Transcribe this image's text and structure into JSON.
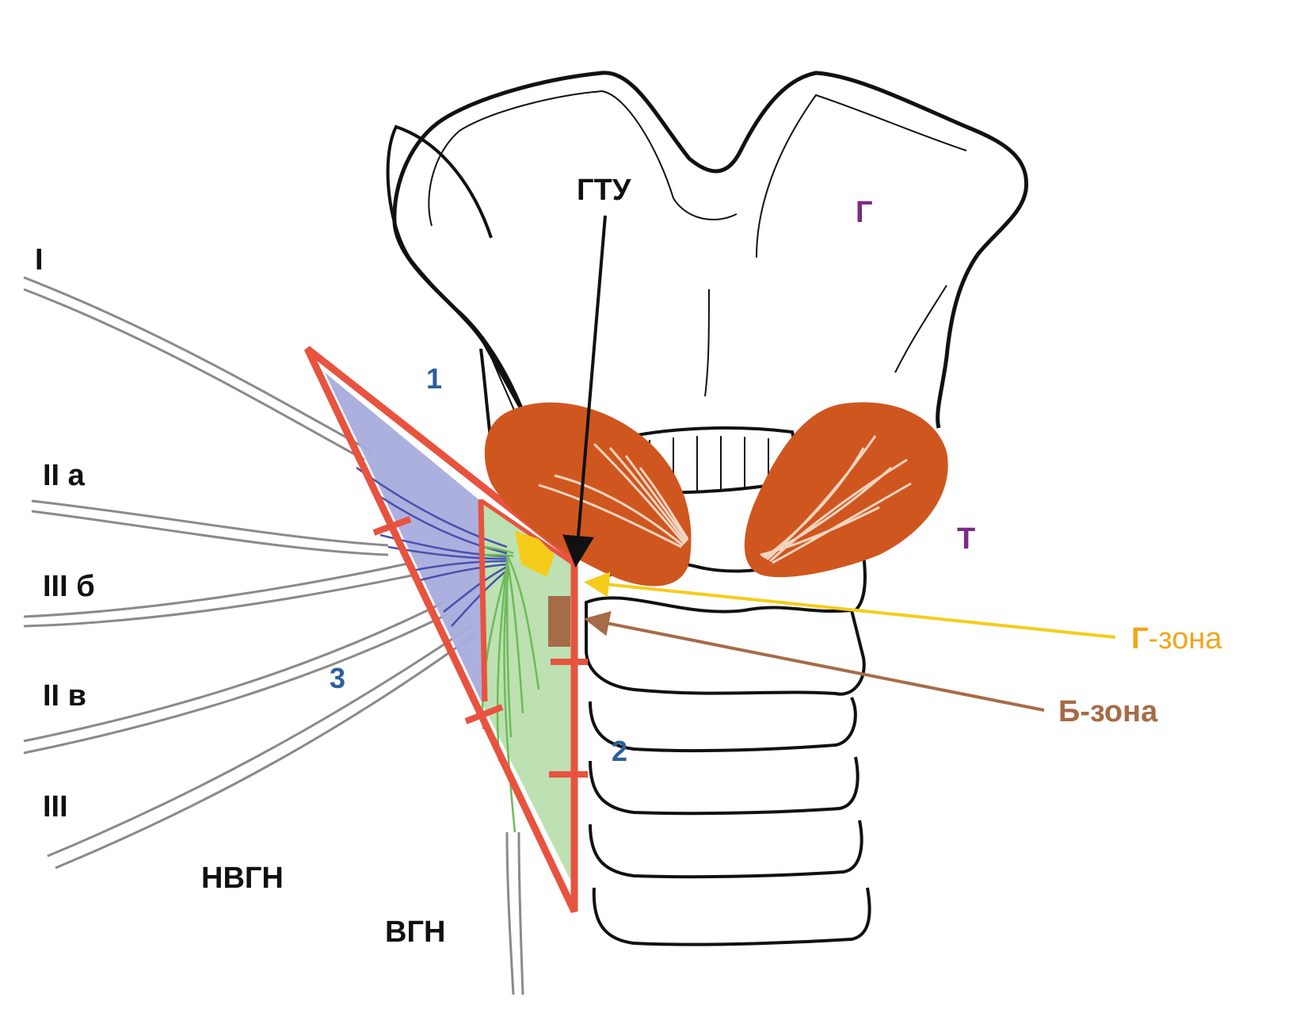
{
  "labels": {
    "gtu": "ГТУ",
    "g": "Г",
    "t": "Т",
    "num1": "1",
    "num2": "2",
    "num3": "3",
    "nerve_I": "I",
    "nerve_IIa": "II а",
    "nerve_IIIb": "III б",
    "nerve_IIv": "II в",
    "nerve_III": "III",
    "nvgn": "НВГН",
    "vgn": "ВГН",
    "g_zone_letter": "Г",
    "g_zone_rest": "-зона",
    "b_zone": "Б-зона"
  },
  "colors": {
    "outline": "#111111",
    "muscle": "#d0561f",
    "muscle_fibers": "#f3d5c0",
    "triangle_stroke": "#e8533f",
    "triangle_blue_fill": "#a8acdc",
    "triangle_green_fill": "#b9dfae",
    "blue_branches": "#4a4fb0",
    "green_branches": "#6dbb5a",
    "nerve_gray": "#8a8a8a",
    "yellow_zone": "#f5cc1a",
    "brown_zone": "#a66b47",
    "purple_label": "#7b2a86",
    "blue_label": "#2c5f9e",
    "g_zone_label": "#f2a51c",
    "b_zone_label": "#a66b47"
  }
}
